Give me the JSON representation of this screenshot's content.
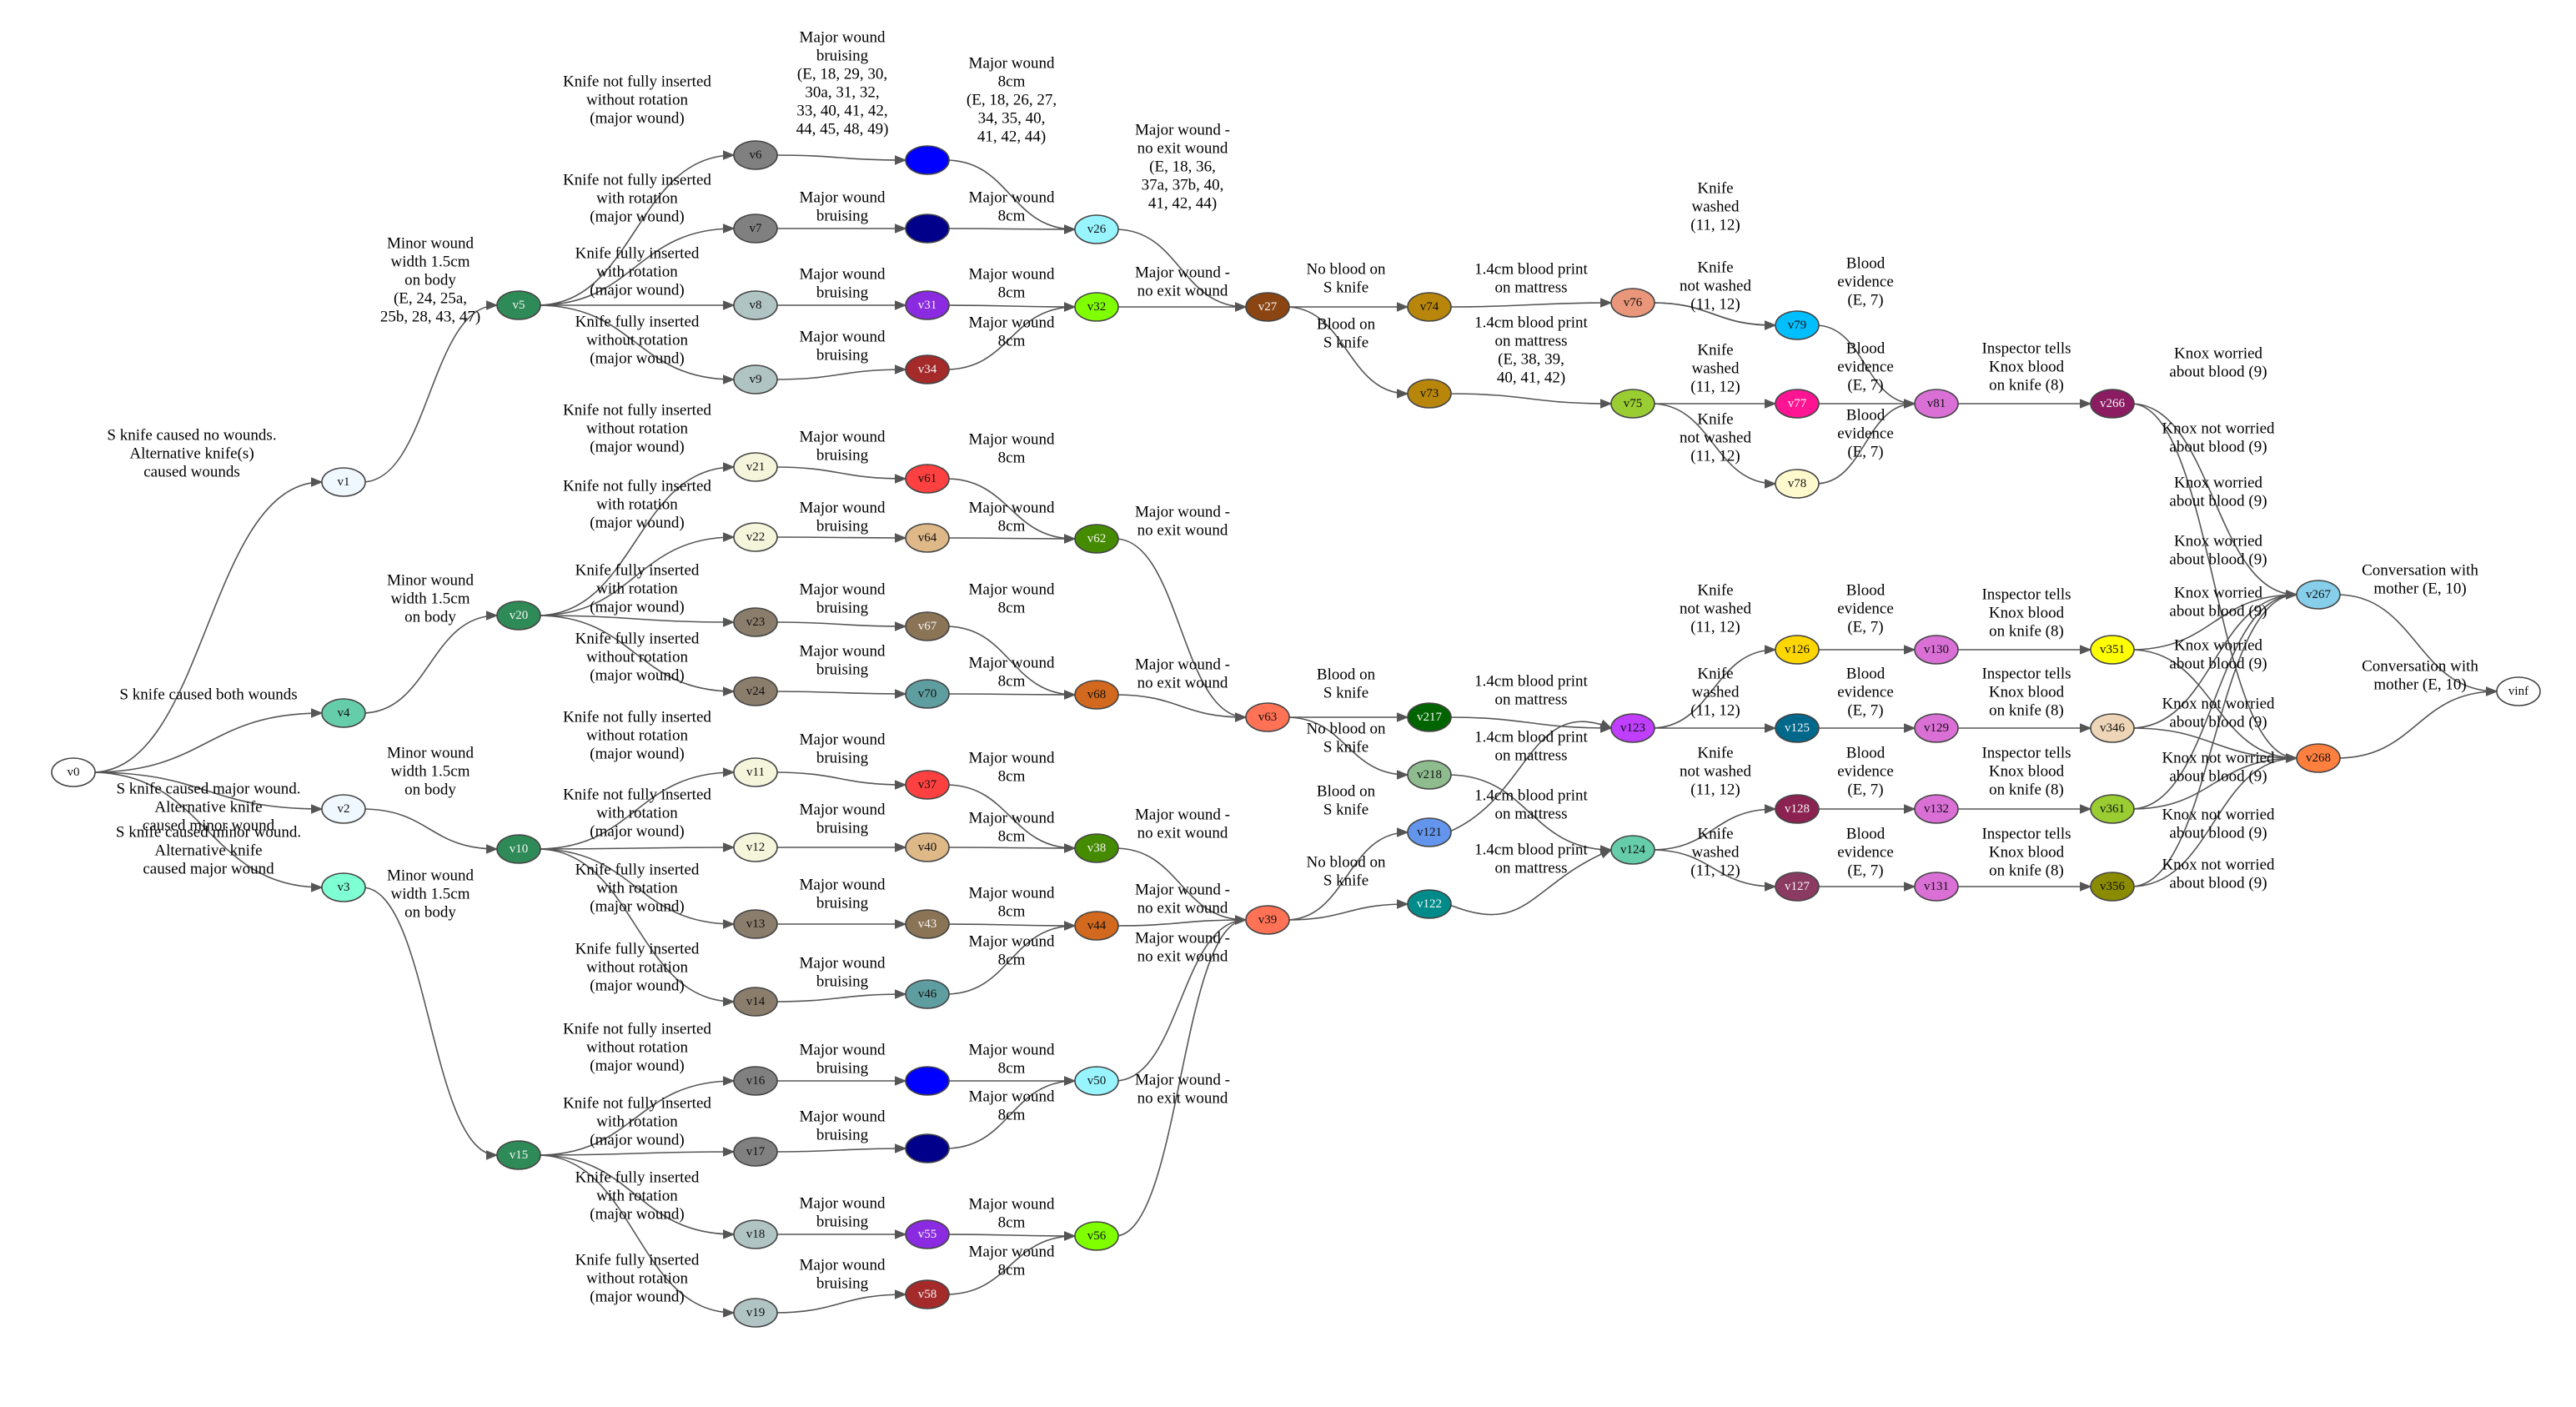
{
  "nodes": [
    {
      "id": "v0",
      "label": "v0",
      "color": "#ffffff"
    },
    {
      "id": "v1",
      "label": "v1",
      "color": "#f0f8ff"
    },
    {
      "id": "v2",
      "label": "v2",
      "color": "#f0f8ff"
    },
    {
      "id": "v3",
      "label": "v3",
      "color": "#7fffd4"
    },
    {
      "id": "v4",
      "label": "v4",
      "color": "#66cdaa"
    },
    {
      "id": "v5",
      "label": "v5",
      "color": "#2e8b57"
    },
    {
      "id": "v20",
      "label": "v20",
      "color": "#2e8b57"
    },
    {
      "id": "v10",
      "label": "v10",
      "color": "#2e8b57"
    },
    {
      "id": "v15",
      "label": "v15",
      "color": "#2e8b57"
    },
    {
      "id": "v6",
      "label": "v6",
      "color": "#808080"
    },
    {
      "id": "v7",
      "label": "v7",
      "color": "#808080"
    },
    {
      "id": "v8",
      "label": "v8",
      "color": "#b0c4c4"
    },
    {
      "id": "v9",
      "label": "v9",
      "color": "#b0c4c4"
    },
    {
      "id": "v21",
      "label": "v21",
      "color": "#f5f5dc"
    },
    {
      "id": "v22",
      "label": "v22",
      "color": "#f5f5dc"
    },
    {
      "id": "v23",
      "label": "v23",
      "color": "#8b7d6b"
    },
    {
      "id": "v24",
      "label": "v24",
      "color": "#8b7d6b"
    },
    {
      "id": "v11",
      "label": "v11",
      "color": "#f5f5dc"
    },
    {
      "id": "v12",
      "label": "v12",
      "color": "#f5f5dc"
    },
    {
      "id": "v13",
      "label": "v13",
      "color": "#8b7d6b"
    },
    {
      "id": "v14",
      "label": "v14",
      "color": "#8b7d6b"
    },
    {
      "id": "v16",
      "label": "v16",
      "color": "#808080"
    },
    {
      "id": "v17",
      "label": "v17",
      "color": "#808080"
    },
    {
      "id": "v18",
      "label": "v18",
      "color": "#b0c4c4"
    },
    {
      "id": "v19",
      "label": "v19",
      "color": "#b0c4c4"
    },
    {
      "id": "n_b1",
      "label": "",
      "color": "#0000ff"
    },
    {
      "id": "n_n1",
      "label": "",
      "color": "#00008b"
    },
    {
      "id": "v31",
      "label": "v31",
      "color": "#8a2be2"
    },
    {
      "id": "v34",
      "label": "v34",
      "color": "#a52a2a"
    },
    {
      "id": "v61",
      "label": "v61",
      "color": "#ff4040"
    },
    {
      "id": "v64",
      "label": "v64",
      "color": "#deb887"
    },
    {
      "id": "v67",
      "label": "v67",
      "color": "#8b7355"
    },
    {
      "id": "v70",
      "label": "v70",
      "color": "#5f9ea0"
    },
    {
      "id": "v37",
      "label": "v37",
      "color": "#ff4040"
    },
    {
      "id": "v40",
      "label": "v40",
      "color": "#deb887"
    },
    {
      "id": "v43",
      "label": "v43",
      "color": "#8b7355"
    },
    {
      "id": "v46",
      "label": "v46",
      "color": "#5f9ea0"
    },
    {
      "id": "n_b2",
      "label": "",
      "color": "#0000ff"
    },
    {
      "id": "n_n2",
      "label": "",
      "color": "#00008b"
    },
    {
      "id": "v55",
      "label": "v55",
      "color": "#8a2be2"
    },
    {
      "id": "v58",
      "label": "v58",
      "color": "#a52a2a"
    },
    {
      "id": "v26",
      "label": "v26",
      "color": "#98f5ff"
    },
    {
      "id": "v32",
      "label": "v32",
      "color": "#7fff00"
    },
    {
      "id": "v62",
      "label": "v62",
      "color": "#458b00"
    },
    {
      "id": "v68",
      "label": "v68",
      "color": "#d2691e"
    },
    {
      "id": "v38",
      "label": "v38",
      "color": "#458b00"
    },
    {
      "id": "v44",
      "label": "v44",
      "color": "#d2691e"
    },
    {
      "id": "v50",
      "label": "v50",
      "color": "#98f5ff"
    },
    {
      "id": "v56",
      "label": "v56",
      "color": "#7fff00"
    },
    {
      "id": "v27",
      "label": "v27",
      "color": "#8b4513"
    },
    {
      "id": "v63",
      "label": "v63",
      "color": "#ff7256"
    },
    {
      "id": "v39",
      "label": "v39",
      "color": "#ff7256"
    },
    {
      "id": "v74",
      "label": "v74",
      "color": "#b8860b"
    },
    {
      "id": "v73",
      "label": "v73",
      "color": "#b8860b"
    },
    {
      "id": "v217",
      "label": "v217",
      "color": "#006400"
    },
    {
      "id": "v218",
      "label": "v218",
      "color": "#8fbc8f"
    },
    {
      "id": "v121",
      "label": "v121",
      "color": "#6495ed"
    },
    {
      "id": "v122",
      "label": "v122",
      "color": "#008b8b"
    },
    {
      "id": "v76",
      "label": "v76",
      "color": "#e9967a"
    },
    {
      "id": "v75",
      "label": "v75",
      "color": "#9acd32"
    },
    {
      "id": "v123",
      "label": "v123",
      "color": "#bf3eff"
    },
    {
      "id": "v124",
      "label": "v124",
      "color": "#66cdaa"
    },
    {
      "id": "v79",
      "label": "v79",
      "color": "#00bfff"
    },
    {
      "id": "v77",
      "label": "v77",
      "color": "#ff1493"
    },
    {
      "id": "v78",
      "label": "v78",
      "color": "#fffacd"
    },
    {
      "id": "v126",
      "label": "v126",
      "color": "#ffd700"
    },
    {
      "id": "v125",
      "label": "v125",
      "color": "#00688b"
    },
    {
      "id": "v128",
      "label": "v128",
      "color": "#8b2252"
    },
    {
      "id": "v127",
      "label": "v127",
      "color": "#8b3a62"
    },
    {
      "id": "v81",
      "label": "v81",
      "color": "#da70d6"
    },
    {
      "id": "v130",
      "label": "v130",
      "color": "#da70d6"
    },
    {
      "id": "v129",
      "label": "v129",
      "color": "#da70d6"
    },
    {
      "id": "v132",
      "label": "v132",
      "color": "#da70d6"
    },
    {
      "id": "v131",
      "label": "v131",
      "color": "#da70d6"
    },
    {
      "id": "v266",
      "label": "v266",
      "color": "#8b1c62"
    },
    {
      "id": "v351",
      "label": "v351",
      "color": "#ffff00"
    },
    {
      "id": "v346",
      "label": "v346",
      "color": "#eed5b7"
    },
    {
      "id": "v361",
      "label": "v361",
      "color": "#9acd32"
    },
    {
      "id": "v356",
      "label": "v356",
      "color": "#8b8b00"
    },
    {
      "id": "v267",
      "label": "v267",
      "color": "#87ceeb"
    },
    {
      "id": "v268",
      "label": "v268",
      "color": "#ff7f3f"
    },
    {
      "id": "vinf",
      "label": "vinf",
      "color": "#ffffff"
    }
  ],
  "edges": [
    {
      "from": "v0",
      "to": "v1",
      "label": "S knife caused no wounds.\nAlternative knife(s)\ncaused wounds"
    },
    {
      "from": "v0",
      "to": "v4",
      "label": "S knife caused both wounds"
    },
    {
      "from": "v0",
      "to": "v2",
      "label": "S knife caused major wound.\nAlternative knife\ncaused minor wound"
    },
    {
      "from": "v0",
      "to": "v3",
      "label": "S knife caused minor wound.\nAlternative knife\ncaused major wound"
    },
    {
      "from": "v1",
      "to": "v5",
      "label": "Minor wound\nwidth 1.5cm\non body\n(E, 24, 25a,\n25b, 28, 43, 47)"
    },
    {
      "from": "v4",
      "to": "v20",
      "label": "Minor wound\nwidth 1.5cm\non body"
    },
    {
      "from": "v2",
      "to": "v10",
      "label": "Minor wound\nwidth 1.5cm\non body"
    },
    {
      "from": "v3",
      "to": "v15",
      "label": "Minor wound\nwidth 1.5cm\non body"
    },
    {
      "from": "v5",
      "to": "v6",
      "label": "Knife not fully inserted\nwithout rotation\n(major wound)"
    },
    {
      "from": "v5",
      "to": "v7",
      "label": "Knife not fully inserted\nwith rotation\n(major wound)"
    },
    {
      "from": "v5",
      "to": "v8",
      "label": "Knife fully inserted\nwith rotation\n(major wound)"
    },
    {
      "from": "v5",
      "to": "v9",
      "label": "Knife fully inserted\nwithout rotation\n(major wound)"
    },
    {
      "from": "v20",
      "to": "v21",
      "label": "Knife not fully inserted\nwithout rotation\n(major wound)"
    },
    {
      "from": "v20",
      "to": "v22",
      "label": "Knife not fully inserted\nwith rotation\n(major wound)"
    },
    {
      "from": "v20",
      "to": "v23",
      "label": "Knife fully inserted\nwith rotation\n(major wound)"
    },
    {
      "from": "v20",
      "to": "v24",
      "label": "Knife fully inserted\nwithout rotation\n(major wound)"
    },
    {
      "from": "v10",
      "to": "v11",
      "label": "Knife not fully inserted\nwithout rotation\n(major wound)"
    },
    {
      "from": "v10",
      "to": "v12",
      "label": "Knife not fully inserted\nwith rotation\n(major wound)"
    },
    {
      "from": "v10",
      "to": "v13",
      "label": "Knife fully inserted\nwith rotation\n(major wound)"
    },
    {
      "from": "v10",
      "to": "v14",
      "label": "Knife fully inserted\nwithout rotation\n(major wound)"
    },
    {
      "from": "v15",
      "to": "v16",
      "label": "Knife not fully inserted\nwithout rotation\n(major wound)"
    },
    {
      "from": "v15",
      "to": "v17",
      "label": "Knife not fully inserted\nwith rotation\n(major wound)"
    },
    {
      "from": "v15",
      "to": "v18",
      "label": "Knife fully inserted\nwith rotation\n(major wound)"
    },
    {
      "from": "v15",
      "to": "v19",
      "label": "Knife fully inserted\nwithout rotation\n(major wound)"
    },
    {
      "from": "v6",
      "to": "n_b1",
      "label": "Major wound\nbruising\n(E, 18, 29, 30,\n30a, 31, 32,\n33, 40, 41, 42,\n44, 45, 48, 49)"
    },
    {
      "from": "v7",
      "to": "n_n1",
      "label": "Major wound\nbruising"
    },
    {
      "from": "v8",
      "to": "v31",
      "label": "Major wound\nbruising"
    },
    {
      "from": "v9",
      "to": "v34",
      "label": "Major wound\nbruising"
    },
    {
      "from": "v21",
      "to": "v61",
      "label": "Major wound\nbruising"
    },
    {
      "from": "v22",
      "to": "v64",
      "label": "Major wound\nbruising"
    },
    {
      "from": "v23",
      "to": "v67",
      "label": "Major wound\nbruising"
    },
    {
      "from": "v24",
      "to": "v70",
      "label": "Major wound\nbruising"
    },
    {
      "from": "v11",
      "to": "v37",
      "label": "Major wound\nbruising"
    },
    {
      "from": "v12",
      "to": "v40",
      "label": "Major wound\nbruising"
    },
    {
      "from": "v13",
      "to": "v43",
      "label": "Major wound\nbruising"
    },
    {
      "from": "v14",
      "to": "v46",
      "label": "Major wound\nbruising"
    },
    {
      "from": "v16",
      "to": "n_b2",
      "label": "Major wound\nbruising"
    },
    {
      "from": "v17",
      "to": "n_n2",
      "label": "Major wound\nbruising"
    },
    {
      "from": "v18",
      "to": "v55",
      "label": "Major wound\nbruising"
    },
    {
      "from": "v19",
      "to": "v58",
      "label": "Major wound\nbruising"
    },
    {
      "from": "n_b1",
      "to": "v26",
      "label": "Major wound\n8cm\n(E, 18, 26, 27,\n34, 35, 40,\n41, 42, 44)"
    },
    {
      "from": "n_n1",
      "to": "v26",
      "label": "Major wound\n8cm"
    },
    {
      "from": "v31",
      "to": "v32",
      "label": "Major wound\n8cm"
    },
    {
      "from": "v34",
      "to": "v32",
      "label": "Major wound\n8cm"
    },
    {
      "from": "v61",
      "to": "v62",
      "label": "Major wound\n8cm"
    },
    {
      "from": "v64",
      "to": "v62",
      "label": "Major wound\n8cm"
    },
    {
      "from": "v67",
      "to": "v68",
      "label": "Major wound\n8cm"
    },
    {
      "from": "v70",
      "to": "v68",
      "label": "Major wound\n8cm"
    },
    {
      "from": "v37",
      "to": "v38",
      "label": "Major wound\n8cm"
    },
    {
      "from": "v40",
      "to": "v38",
      "label": "Major wound\n8cm"
    },
    {
      "from": "v43",
      "to": "v44",
      "label": "Major wound\n8cm"
    },
    {
      "from": "v46",
      "to": "v44",
      "label": "Major wound\n8cm"
    },
    {
      "from": "n_b2",
      "to": "v50",
      "label": "Major wound\n8cm"
    },
    {
      "from": "n_n2",
      "to": "v50",
      "label": "Major wound\n8cm"
    },
    {
      "from": "v55",
      "to": "v56",
      "label": "Major wound\n8cm"
    },
    {
      "from": "v58",
      "to": "v56",
      "label": "Major wound\n8cm"
    },
    {
      "from": "v26",
      "to": "v27",
      "label": "Major wound -\nno exit wound\n(E, 18, 36,\n37a, 37b, 40,\n41, 42, 44)"
    },
    {
      "from": "v32",
      "to": "v27",
      "label": "Major wound -\nno exit wound"
    },
    {
      "from": "v62",
      "to": "v63",
      "label": "Major wound -\nno exit wound"
    },
    {
      "from": "v68",
      "to": "v63",
      "label": "Major wound -\nno exit wound"
    },
    {
      "from": "v38",
      "to": "v39",
      "label": "Major wound -\nno exit wound"
    },
    {
      "from": "v44",
      "to": "v39",
      "label": "Major wound -\nno exit wound"
    },
    {
      "from": "v50",
      "to": "v39",
      "label": "Major wound -\nno exit wound"
    },
    {
      "from": "v56",
      "to": "v39",
      "label": "Major wound -\nno exit wound"
    },
    {
      "from": "v27",
      "to": "v74",
      "label": "No blood on\nS knife"
    },
    {
      "from": "v27",
      "to": "v73",
      "label": "Blood on\nS knife"
    },
    {
      "from": "v63",
      "to": "v217",
      "label": "Blood on\nS knife"
    },
    {
      "from": "v63",
      "to": "v218",
      "label": "No blood on\nS knife"
    },
    {
      "from": "v39",
      "to": "v121",
      "label": "Blood on\nS knife"
    },
    {
      "from": "v39",
      "to": "v122",
      "label": "No blood on\nS knife"
    },
    {
      "from": "v74",
      "to": "v76",
      "label": "1.4cm blood print\non mattress"
    },
    {
      "from": "v73",
      "to": "v75",
      "label": "1.4cm blood print\non mattress\n(E, 38, 39,\n40, 41, 42)"
    },
    {
      "from": "v217",
      "to": "v123",
      "label": "1.4cm blood print\non mattress"
    },
    {
      "from": "v218",
      "to": "v124",
      "label": "1.4cm blood print\non mattress"
    },
    {
      "from": "v121",
      "to": "v123",
      "label": "1.4cm blood print\non mattress"
    },
    {
      "from": "v122",
      "to": "v124",
      "label": "1.4cm blood print\non mattress"
    },
    {
      "from": "v76",
      "to": "v79",
      "label": "Knife\nwashed\n(11, 12)"
    },
    {
      "from": "v76",
      "to": "v79",
      "label": "Knife\nnot washed\n(11, 12)"
    },
    {
      "from": "v75",
      "to": "v77",
      "label": "Knife\nwashed\n(11, 12)"
    },
    {
      "from": "v75",
      "to": "v78",
      "label": "Knife\nnot washed\n(11, 12)"
    },
    {
      "from": "v123",
      "to": "v126",
      "label": "Knife\nnot washed\n(11, 12)"
    },
    {
      "from": "v123",
      "to": "v125",
      "label": "Knife\nwashed\n(11, 12)"
    },
    {
      "from": "v124",
      "to": "v128",
      "label": "Knife\nnot washed\n(11, 12)"
    },
    {
      "from": "v124",
      "to": "v127",
      "label": "Knife\nwashed\n(11, 12)"
    },
    {
      "from": "v79",
      "to": "v81",
      "label": "Blood\nevidence\n(E, 7)"
    },
    {
      "from": "v77",
      "to": "v81",
      "label": "Blood\nevidence\n(E, 7)"
    },
    {
      "from": "v78",
      "to": "v81",
      "label": "Blood\nevidence\n(E, 7)"
    },
    {
      "from": "v126",
      "to": "v130",
      "label": "Blood\nevidence\n(E, 7)"
    },
    {
      "from": "v125",
      "to": "v129",
      "label": "Blood\nevidence\n(E, 7)"
    },
    {
      "from": "v128",
      "to": "v132",
      "label": "Blood\nevidence\n(E, 7)"
    },
    {
      "from": "v127",
      "to": "v131",
      "label": "Blood\nevidence\n(E, 7)"
    },
    {
      "from": "v81",
      "to": "v266",
      "label": "Inspector tells\nKnox blood\non knife (8)"
    },
    {
      "from": "v130",
      "to": "v351",
      "label": "Inspector tells\nKnox blood\non knife (8)"
    },
    {
      "from": "v129",
      "to": "v346",
      "label": "Inspector tells\nKnox blood\non knife (8)"
    },
    {
      "from": "v132",
      "to": "v361",
      "label": "Inspector tells\nKnox blood\non knife (8)"
    },
    {
      "from": "v131",
      "to": "v356",
      "label": "Inspector tells\nKnox blood\non knife (8)"
    },
    {
      "from": "v266",
      "to": "v267",
      "label": "Knox worried\nabout blood (9)"
    },
    {
      "from": "v266",
      "to": "v268",
      "label": "Knox not worried\nabout blood (9)"
    },
    {
      "from": "v351",
      "to": "v267",
      "label": "Knox worried\nabout blood (9)"
    },
    {
      "from": "v351",
      "to": "v268",
      "label": "Knox not worried\nabout blood (9)"
    },
    {
      "from": "v346",
      "to": "v267",
      "label": "Knox worried\nabout blood (9)"
    },
    {
      "from": "v346",
      "to": "v268",
      "label": "Knox not worried\nabout blood (9)"
    },
    {
      "from": "v361",
      "to": "v267",
      "label": "Knox worried\nabout blood (9)"
    },
    {
      "from": "v361",
      "to": "v268",
      "label": "Knox not worried\nabout blood (9)"
    },
    {
      "from": "v356",
      "to": "v267",
      "label": "Knox worried\nabout blood (9)"
    },
    {
      "from": "v356",
      "to": "v268",
      "label": "Knox not worried\nabout blood (9)"
    },
    {
      "from": "v267",
      "to": "vinf",
      "label": "Conversation with\nmother (E, 10)"
    },
    {
      "from": "v268",
      "to": "vinf",
      "label": "Conversation with\nmother (E, 10)"
    }
  ]
}
